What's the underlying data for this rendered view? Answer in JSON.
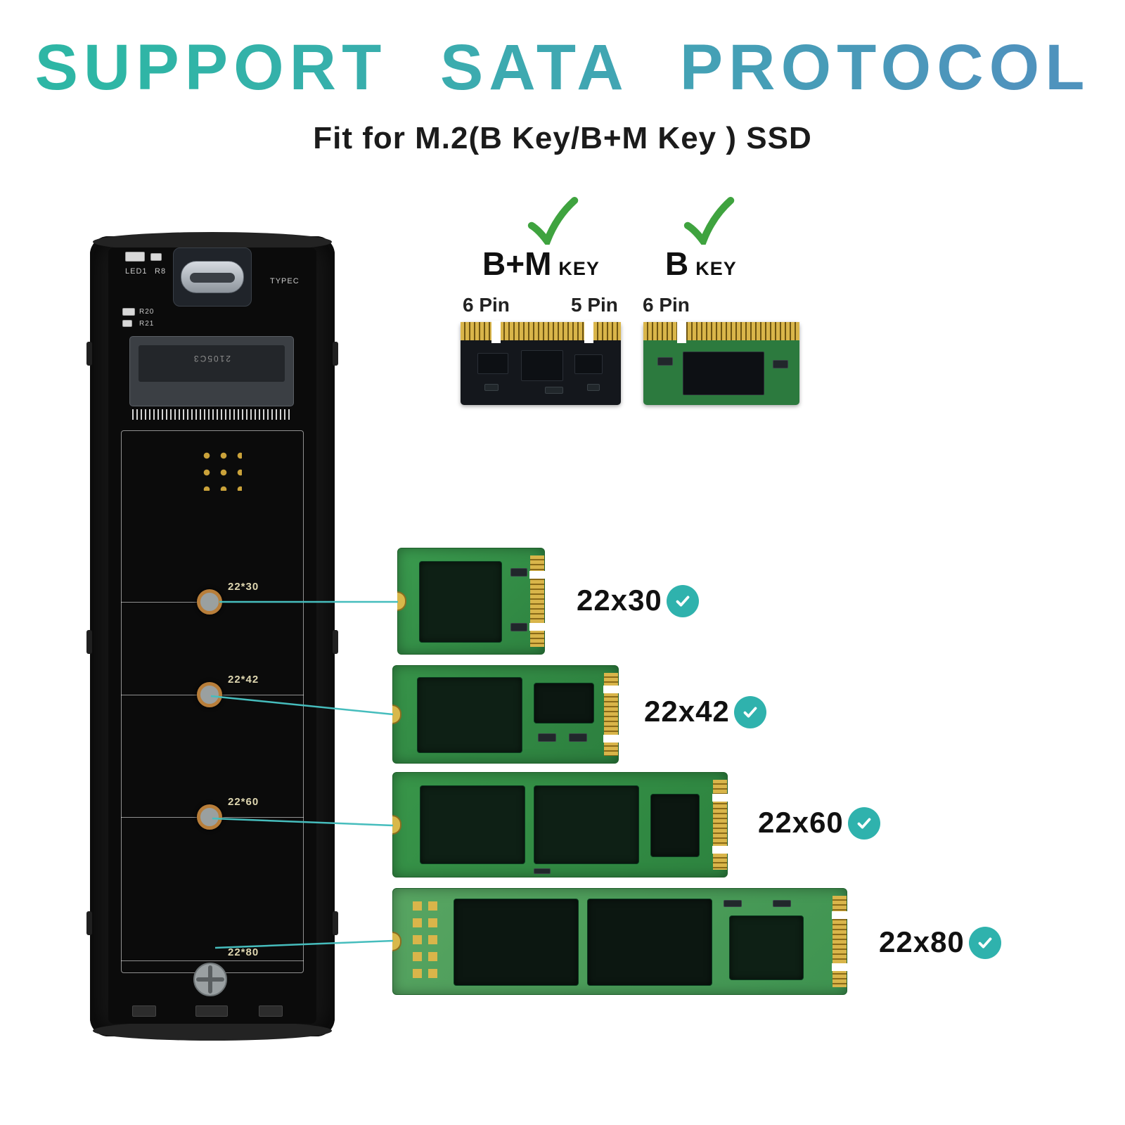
{
  "title": "SUPPORT SATA PROTOCOL",
  "subtitle": "Fit for M.2(B Key/B+M Key ) SSD",
  "colors": {
    "title_gradient_start": "#2eb6a5",
    "title_gradient_end": "#4f93bd",
    "check_green": "#3fa33f",
    "badge_teal": "#2fb2ad",
    "callout_line_teal": "#46bdbd"
  },
  "enclosure": {
    "typec_label": "TYPEC",
    "led_label": "LED1",
    "r8_label": "R8",
    "r20_label": "R20",
    "r21_label": "R21",
    "socket_label": "2105C3",
    "standoffs": [
      {
        "label": "22*30"
      },
      {
        "label": "22*42"
      },
      {
        "label": "22*60"
      },
      {
        "label": "22*80"
      }
    ]
  },
  "keys": [
    {
      "big": "B+M",
      "small": "KEY",
      "pins": [
        "6 Pin",
        "5 Pin"
      ]
    },
    {
      "big": "B",
      "small": "KEY",
      "pins": [
        "6 Pin"
      ]
    }
  ],
  "ssds": [
    {
      "label": "22x30"
    },
    {
      "label": "22x42"
    },
    {
      "label": "22x60"
    },
    {
      "label": "22x80"
    }
  ]
}
